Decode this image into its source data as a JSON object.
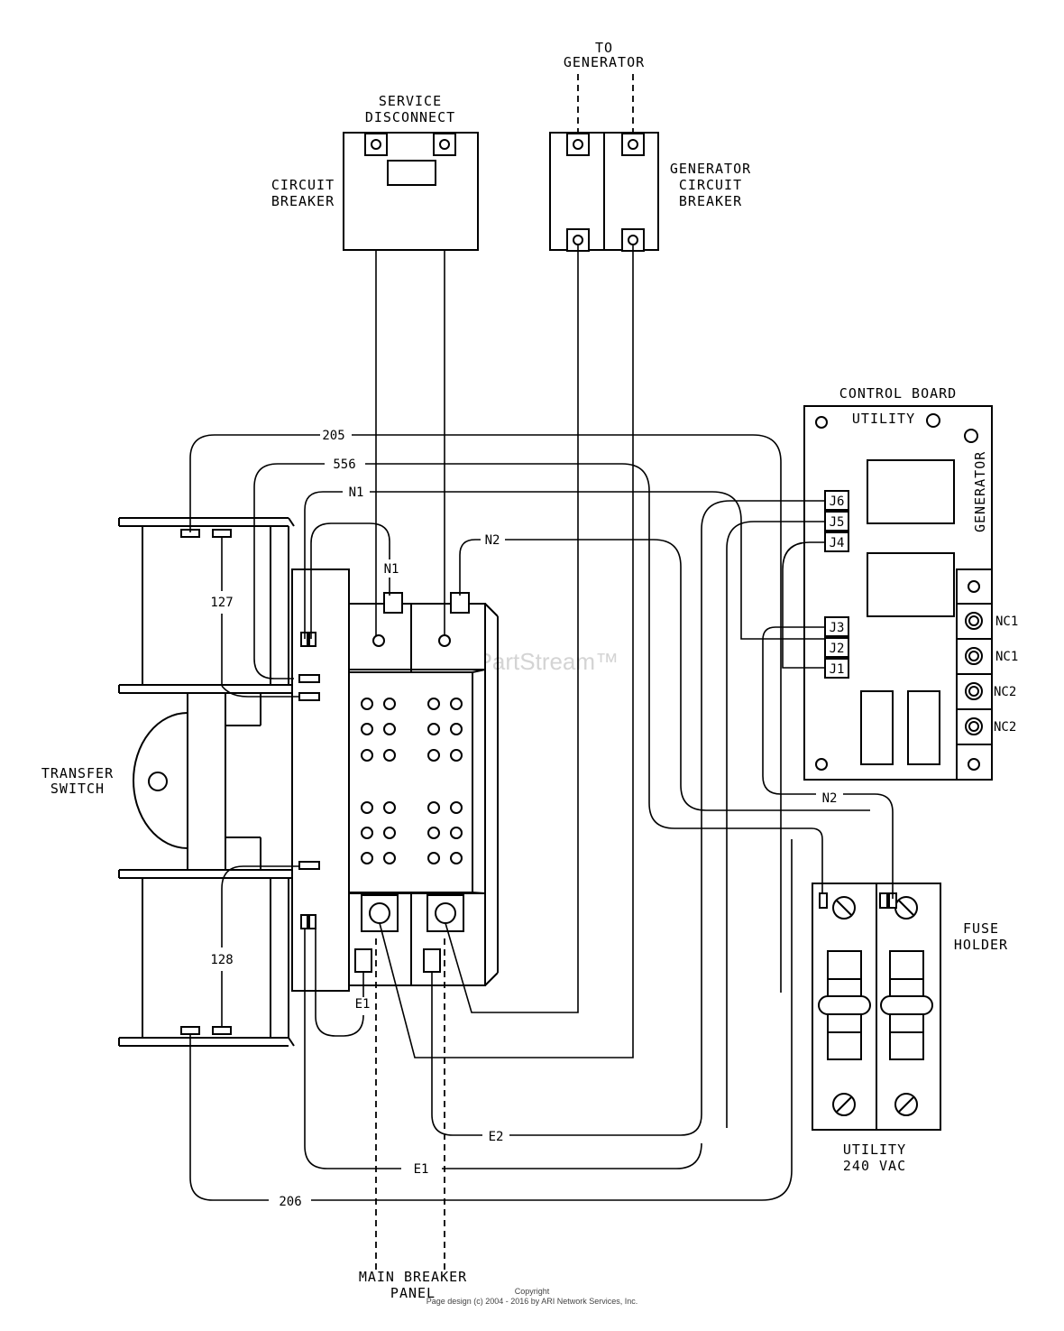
{
  "labels": {
    "to_generator_1": "TO",
    "to_generator_2": "GENERATOR",
    "service_disconnect_1": "SERVICE",
    "service_disconnect_2": "DISCONNECT",
    "circuit_breaker_1": "CIRCUIT",
    "circuit_breaker_2": "BREAKER",
    "gen_cb_1": "GENERATOR",
    "gen_cb_2": "CIRCUIT",
    "gen_cb_3": "BREAKER",
    "control_board": "CONTROL BOARD",
    "utility": "UTILITY",
    "generator_vertical": "GENERATOR",
    "transfer_switch_1": "TRANSFER",
    "transfer_switch_2": "SWITCH",
    "fuse_holder_1": "FUSE",
    "fuse_holder_2": "HOLDER",
    "utility_240_1": "UTILITY",
    "utility_240_2": "240 VAC",
    "main_breaker_1": "MAIN BREAKER",
    "main_breaker_2": "PANEL"
  },
  "wires": {
    "w205": "205",
    "w556": "556",
    "n1_top": "N1",
    "n1_lug": "N1",
    "n2_top": "N2",
    "n2_low": "N2",
    "w127": "127",
    "w128": "128",
    "e1_lug": "E1",
    "e1_bottom": "E1",
    "e2": "E2",
    "w206": "206"
  },
  "connectors": [
    "J6",
    "J5",
    "J4",
    "J3",
    "J2",
    "J1"
  ],
  "terminals": [
    "NC1",
    "NC1",
    "NC2",
    "NC2"
  ],
  "watermark": "ARI PartStream™",
  "copyright_1": "Copyright",
  "copyright_2": "Page design (c) 2004 - 2016 by ARI Network Services, Inc."
}
